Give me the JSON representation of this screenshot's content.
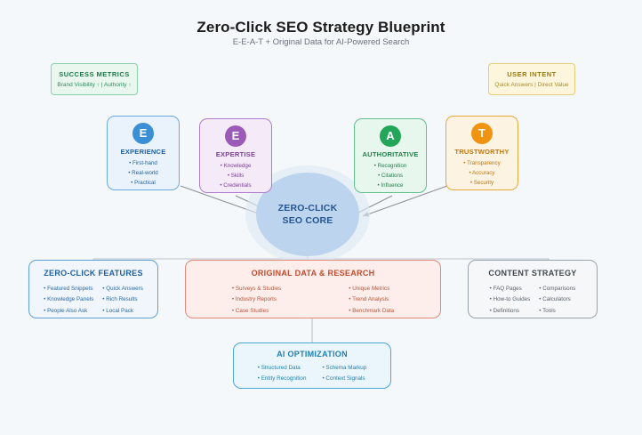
{
  "header": {
    "title": "Zero-Click SEO Strategy Blueprint",
    "subtitle": "E-E-A-T + Original Data for AI-Powered Search"
  },
  "badges": {
    "success": {
      "title": "SUCCESS METRICS",
      "subtitle": "Brand Visibility ↑ | Authority ↑"
    },
    "intent": {
      "title": "USER INTENT",
      "subtitle": "Quick Answers | Direct Value"
    }
  },
  "core": {
    "line1": "ZERO-CLICK",
    "line2": "SEO CORE"
  },
  "eeat": [
    {
      "letter": "E",
      "title": "EXPERIENCE",
      "items": [
        "First-hand",
        "Real-world",
        "Practical"
      ],
      "color": "#3b8fd4"
    },
    {
      "letter": "E",
      "title": "EXPERTISE",
      "items": [
        "Knowledge",
        "Skills",
        "Credentials"
      ],
      "color": "#9c5ab8"
    },
    {
      "letter": "A",
      "title": "AUTHORITATIVE",
      "items": [
        "Recognition",
        "Citations",
        "Influence"
      ],
      "color": "#23a55a"
    },
    {
      "letter": "T",
      "title": "TRUSTWORTHY",
      "items": [
        "Transparency",
        "Accuracy",
        "Security"
      ],
      "color": "#ef9310"
    }
  ],
  "panels": {
    "features": {
      "title": "ZERO-CLICK FEATURES",
      "col1": [
        "Featured Snippets",
        "Knowledge Panels",
        "People Also Ask"
      ],
      "col2": [
        "Quick Answers",
        "Rich Results",
        "Local Pack"
      ]
    },
    "data": {
      "title": "ORIGINAL DATA & RESEARCH",
      "col1": [
        "Surveys & Studies",
        "Industry Reports",
        "Case Studies"
      ],
      "col2": [
        "Unique Metrics",
        "Trend Analysis",
        "Benchmark Data"
      ]
    },
    "content": {
      "title": "CONTENT STRATEGY",
      "col1": [
        "FAQ Pages",
        "How-to Guides",
        "Definitions"
      ],
      "col2": [
        "Comparisons",
        "Calculators",
        "Tools"
      ]
    },
    "ai": {
      "title": "AI OPTIMIZATION",
      "col1": [
        "Structured Data",
        "Entity Recognition"
      ],
      "col2": [
        "Schema Markup",
        "Context Signals"
      ]
    }
  },
  "bullet": "•"
}
